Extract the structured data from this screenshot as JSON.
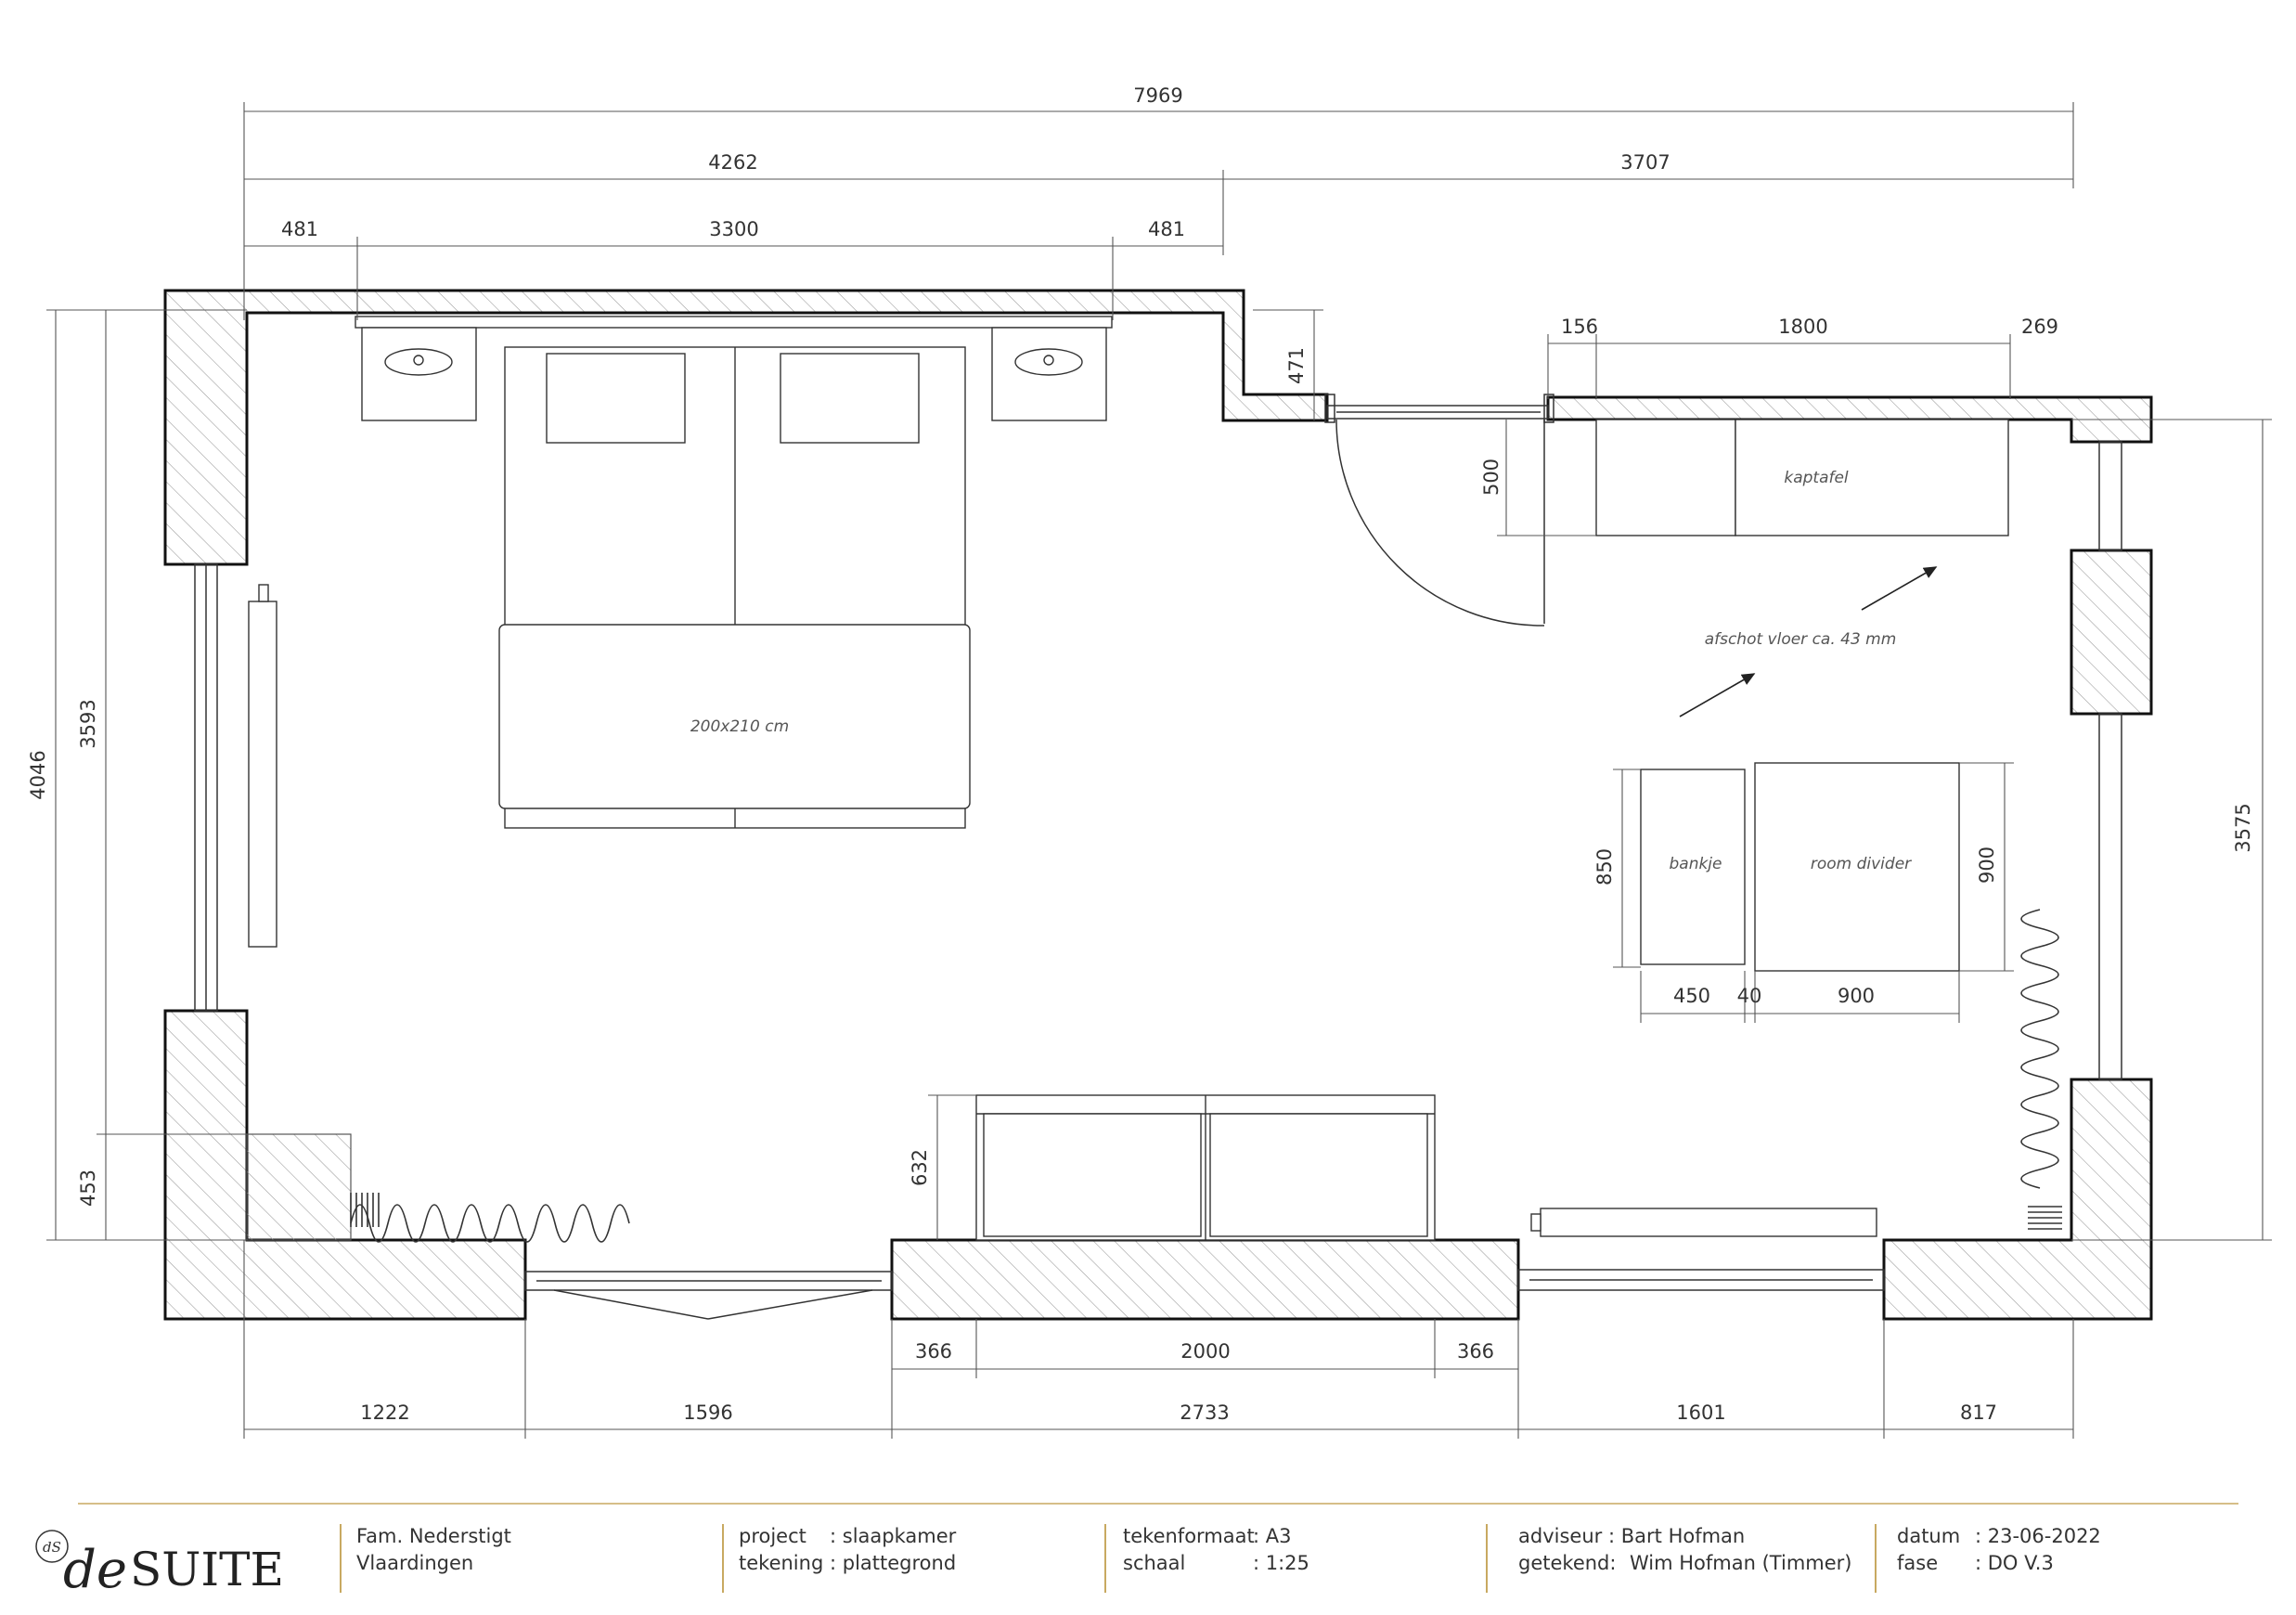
{
  "dimensions": {
    "overall_width": "7969",
    "left_section": "4262",
    "right_section": "3707",
    "top_left_margin": "481",
    "top_bed_wall": "3300",
    "top_right_margin": "481",
    "height_left_outer": "4046",
    "height_left_inner": "3593",
    "height_left_low": "453",
    "step_height": "471",
    "kaptafel_left": "156",
    "kaptafel_width": "1800",
    "kaptafel_right": "269",
    "kaptafel_depth": "500",
    "height_right": "3575",
    "divider_depth": "850",
    "divider_height": "900",
    "bankje_width": "450",
    "gap_width": "40",
    "divider_width": "900",
    "cabinet_depth": "632",
    "bottom_side_left": "366",
    "bottom_cabinet": "2000",
    "bottom_side_right": "366",
    "bottom_1": "1222",
    "bottom_2": "1596",
    "bottom_3": "2733",
    "bottom_4": "1601",
    "bottom_5": "817"
  },
  "labels": {
    "bed": "200x210 cm",
    "kaptafel": "kaptafel",
    "floor_slope": "afschot vloer ca. 43 mm",
    "bankje": "bankje",
    "room_divider": "room divider"
  },
  "title_block": {
    "logo_prefix": "de",
    "logo_name": "SUITE",
    "logo_mark": "dS",
    "client_line1": "Fam.  Nederstigt",
    "client_line2": "Vlaardingen",
    "project_key": "project",
    "project_value": ": slaapkamer",
    "tekening_key": "tekening",
    "tekening_value": ": plattegrond",
    "format_key": "tekenformaat",
    "format_value": ": A3",
    "scale_key": "schaal",
    "scale_value": ": 1:25",
    "adviseur_key": "adviseur",
    "adviseur_value": ":   Bart Hofman",
    "getekend_key": "getekend:",
    "getekend_value": "Wim Hofman (Timmer)",
    "datum_key": "datum",
    "datum_value": ":  23-06-2022",
    "fase_key": "fase",
    "fase_value": ":  DO   V.3"
  },
  "colors": {
    "line": "#1a1a1a",
    "thin_line": "#555555",
    "hatch": "#9a9a9a",
    "accent_gold": "#c8a961"
  }
}
